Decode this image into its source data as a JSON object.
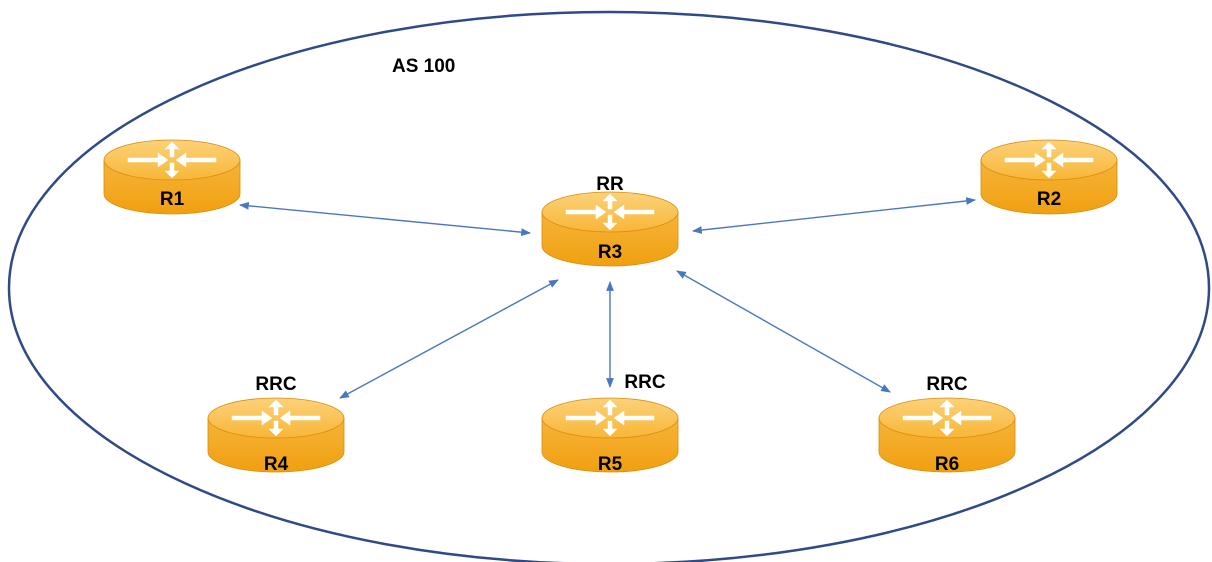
{
  "diagram": {
    "as_label": "AS 100",
    "colors": {
      "boundary": "#2f4a86",
      "link": "#4a78c0",
      "router_body": "#f3a81c",
      "router_top": "#fbc04e",
      "router_edge": "#d98d0a",
      "router_arrows": "#ffffff"
    },
    "routers": [
      {
        "id": "R1",
        "name": "R1",
        "role": ""
      },
      {
        "id": "R2",
        "name": "R2",
        "role": ""
      },
      {
        "id": "R3",
        "name": "R3",
        "role": "RR"
      },
      {
        "id": "R4",
        "name": "R4",
        "role": "RRC"
      },
      {
        "id": "R5",
        "name": "R5",
        "role": "RRC"
      },
      {
        "id": "R6",
        "name": "R6",
        "role": "RRC"
      }
    ],
    "links": [
      {
        "from": "R1",
        "to": "R3",
        "bidirectional": true
      },
      {
        "from": "R2",
        "to": "R3",
        "bidirectional": true
      },
      {
        "from": "R4",
        "to": "R3",
        "bidirectional": true
      },
      {
        "from": "R5",
        "to": "R3",
        "bidirectional": true
      },
      {
        "from": "R6",
        "to": "R3",
        "bidirectional": true
      }
    ]
  }
}
